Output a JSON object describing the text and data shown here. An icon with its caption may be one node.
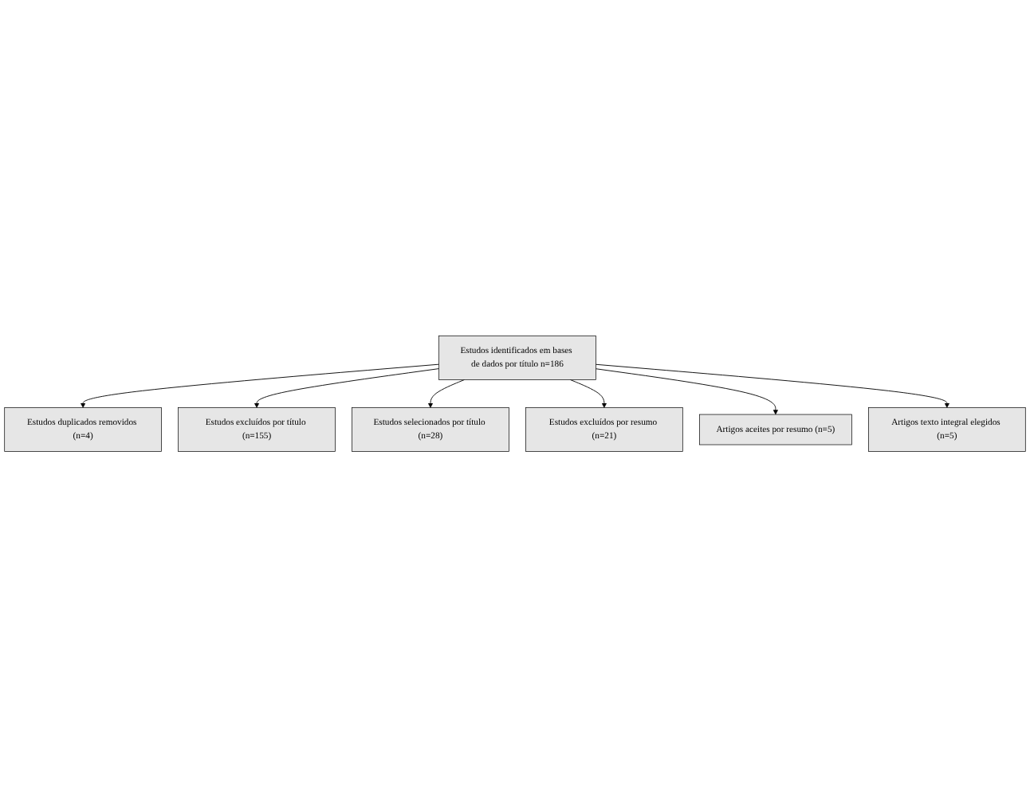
{
  "diagram": {
    "nodes": [
      {
        "text": [
          "Estudos identificados em bases de dados por título n=186"
        ]
      },
      {
        "text": [
          "Estudos duplicados removidos (n=4)"
        ]
      },
      {
        "text": [
          "Estudos excluídos por título (n=155)"
        ]
      },
      {
        "text": [
          "Estudos selecionados por título (n=28)"
        ]
      },
      {
        "text": [
          "Estudos excluídos por resumo (n=21)"
        ]
      },
      {
        "text": [
          "Artigos aceites por resumo (n=5)"
        ]
      },
      {
        "text": [
          "Artigos texto integral elegidos (n=5)"
        ]
      }
    ],
    "edges": [
      {
        "from": 0,
        "to": 1,
        "arrow": "to"
      },
      {
        "from": 0,
        "to": 2,
        "arrow": "to"
      },
      {
        "from": 0,
        "to": 3,
        "arrow": "to"
      },
      {
        "from": 0,
        "to": 4,
        "arrow": "to"
      },
      {
        "from": 0,
        "to": 5,
        "arrow": "to"
      },
      {
        "from": 0,
        "to": 6,
        "arrow": "to"
      }
    ]
  }
}
